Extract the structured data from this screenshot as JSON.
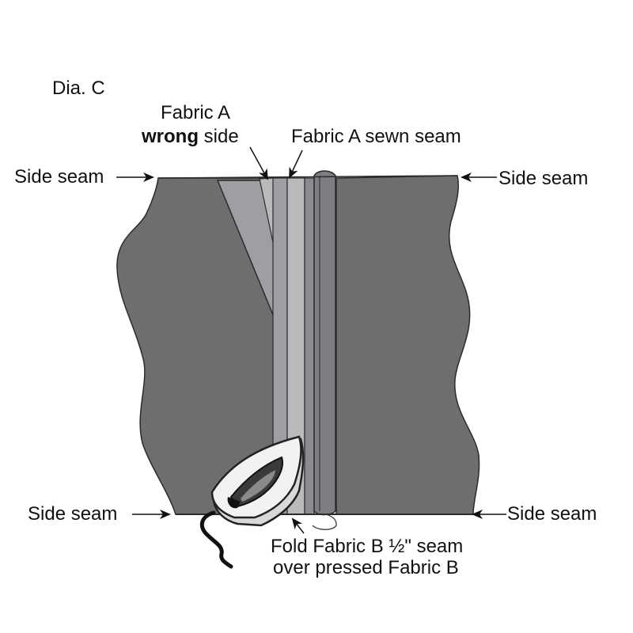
{
  "diagram": {
    "title": "Dia. C",
    "labels": {
      "side_seam_top_left": "Side seam",
      "side_seam_top_right": "Side seam",
      "side_seam_bottom_left": "Side seam",
      "side_seam_bottom_right": "Side seam",
      "fabric_a_line1": "Fabric A",
      "fabric_a_line2_bold": "wrong",
      "fabric_a_line2_rest": " side",
      "fabric_a_sewn_seam": "Fabric A sewn seam",
      "fold_line1": "Fold Fabric B ½\" seam",
      "fold_line2": "over pressed Fabric B"
    },
    "colors": {
      "fabric": "#6d6e70",
      "fabric_light": "#9d9fa2",
      "fabric_lighter": "#b8babc",
      "outline": "#2b2b2b",
      "iron_body": "#f2f2f2",
      "text": "#111111"
    },
    "icons": {
      "iron": "clothes-iron-icon",
      "arrow": "arrow-icon"
    }
  }
}
